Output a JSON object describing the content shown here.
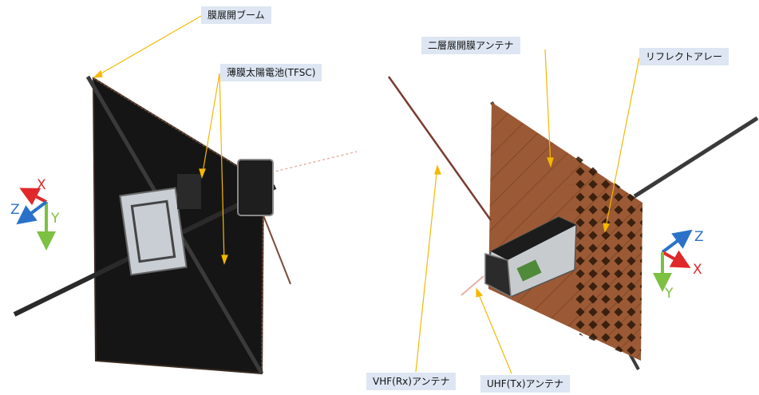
{
  "labels": {
    "membrane_boom": "膜展開ブーム",
    "tfsc": "薄膜太陽電池(TFSC)",
    "two_layer_antenna": "二層展開膜アンテナ",
    "reflectarray": "リフレクトアレー",
    "vhf_antenna": "VHF(Rx)アンテナ",
    "uhf_antenna": "UHF(Tx)アンテナ"
  },
  "axes_left": {
    "x": "X",
    "y": "Y",
    "z": "Z"
  },
  "axes_right": {
    "x": "X",
    "y": "Y",
    "z": "Z"
  },
  "colors": {
    "label_background": "#dde6f2",
    "leader_line": "#f5b800",
    "x_axis": "#e0282a",
    "y_axis": "#7cc142",
    "z_axis": "#2a72c9",
    "solar_membrane": "#151515",
    "antenna_membrane": "#9b5a35"
  }
}
